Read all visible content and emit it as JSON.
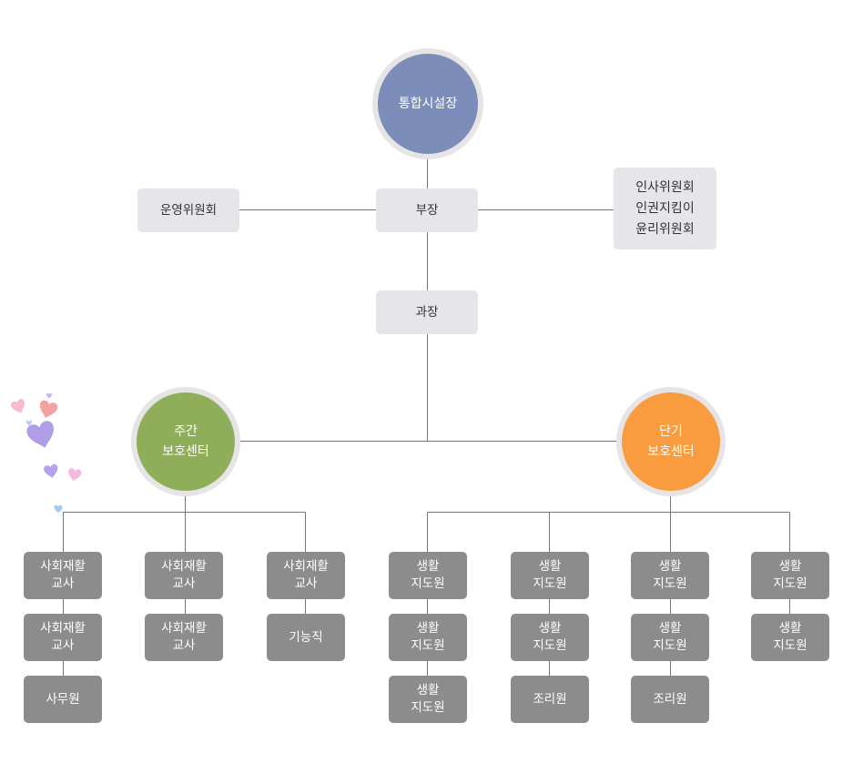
{
  "chart": {
    "top": {
      "label": "통합시설장",
      "color": "#7b8db8"
    },
    "manager": {
      "label": "부장"
    },
    "left_committee": {
      "label": "운영위원회"
    },
    "right_committee": {
      "lines": [
        "인사위원회",
        "인권지킴이",
        "윤리위원회"
      ]
    },
    "section_chief": {
      "label": "과장"
    },
    "day_center": {
      "lines": [
        "주간",
        "보호센터"
      ],
      "color": "#8fae5a"
    },
    "short_center": {
      "lines": [
        "단기",
        "보호센터"
      ],
      "color": "#f99b3f"
    },
    "day_columns": [
      [
        [
          "사회재활",
          "교사"
        ],
        [
          "사회재활",
          "교사"
        ],
        [
          "사무원"
        ]
      ],
      [
        [
          "사회재활",
          "교사"
        ],
        [
          "사회재활",
          "교사"
        ]
      ],
      [
        [
          "사회재활",
          "교사"
        ],
        [
          "기능직"
        ]
      ]
    ],
    "short_columns": [
      [
        [
          "생활",
          "지도원"
        ],
        [
          "생활",
          "지도원"
        ],
        [
          "생활",
          "지도원"
        ]
      ],
      [
        [
          "생활",
          "지도원"
        ],
        [
          "생활",
          "지도원"
        ],
        [
          "조리원"
        ]
      ],
      [
        [
          "생활",
          "지도원"
        ],
        [
          "생활",
          "지도원"
        ],
        [
          "조리원"
        ]
      ],
      [
        [
          "생활",
          "지도원"
        ],
        [
          "생활",
          "지도원"
        ]
      ]
    ]
  }
}
